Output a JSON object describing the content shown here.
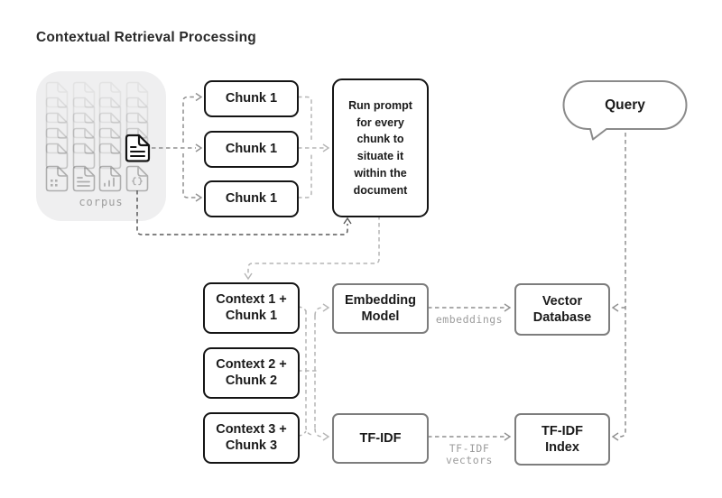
{
  "title": "Contextual Retrieval Processing",
  "corpus": {
    "label": "corpus",
    "icons": [
      "dots-document-icon",
      "text-document-icon",
      "chart-document-icon",
      "code-document-icon"
    ],
    "highlighted_icon": "text-document-icon"
  },
  "chunks": [
    "Chunk 1",
    "Chunk 1",
    "Chunk 1"
  ],
  "run_prompt_label": "Run prompt\nfor every\nchunk to\nsituate it\nwithin the\ndocument",
  "query_label": "Query",
  "contexts": [
    "Context 1 +\nChunk 1",
    "Context 2 +\nChunk 2",
    "Context 3 +\nChunk 3"
  ],
  "embedding_model_label": "Embedding\nModel",
  "tfidf_label": "TF-IDF",
  "vector_database_label": "Vector\nDatabase",
  "tfidf_index_label": "TF-IDF\nIndex",
  "edge_labels": {
    "embeddings": "embeddings",
    "tfidf_vectors": "TF-IDF\nvectors"
  },
  "colors": {
    "box_border_dark": "#141414",
    "box_border_gray": "#7d7d7d",
    "wire_medium": "#8f8f8f",
    "wire_light": "#b5b5b5",
    "wire_dark": "#5a5a5a",
    "corpus_background": "#efeff0",
    "muted_label": "#9c9c9c"
  }
}
